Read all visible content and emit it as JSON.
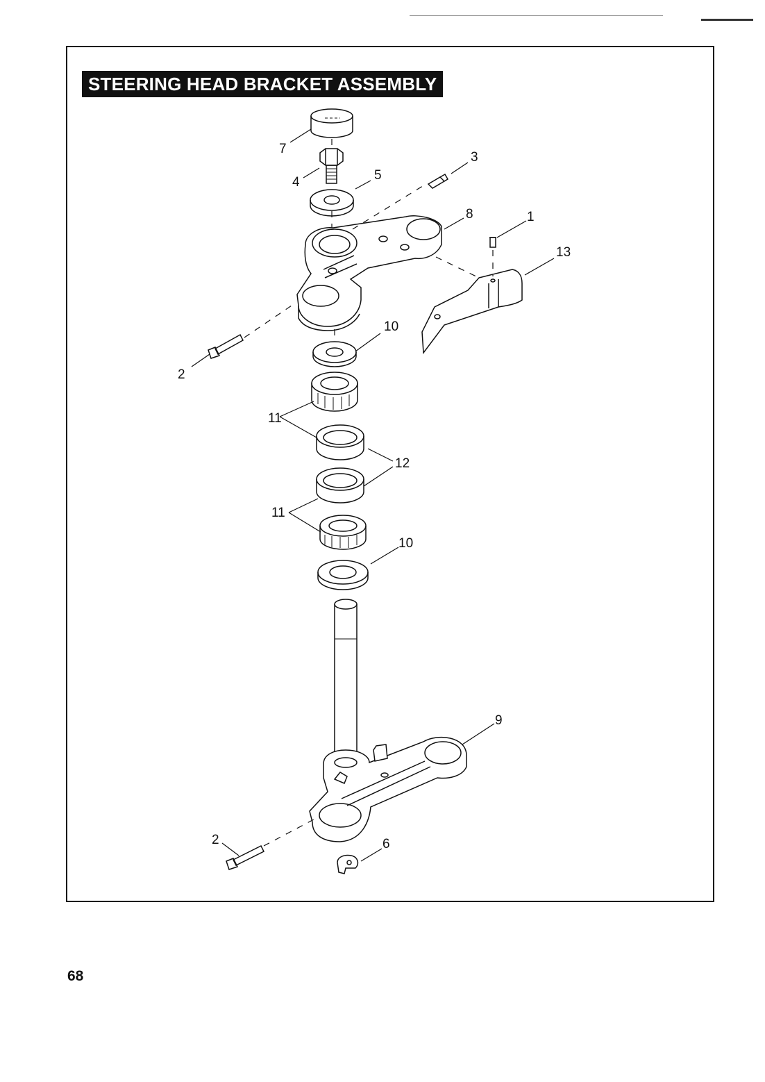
{
  "page": {
    "title": "STEERING HEAD BRACKET ASSEMBLY",
    "page_number": "68"
  },
  "callouts": {
    "c1": "1",
    "c2a": "2",
    "c2b": "2",
    "c3": "3",
    "c4": "4",
    "c5": "5",
    "c6": "6",
    "c7": "7",
    "c8": "8",
    "c9": "9",
    "c10a": "10",
    "c10b": "10",
    "c11a": "11",
    "c11b": "11",
    "c12": "12",
    "c13": "13"
  }
}
